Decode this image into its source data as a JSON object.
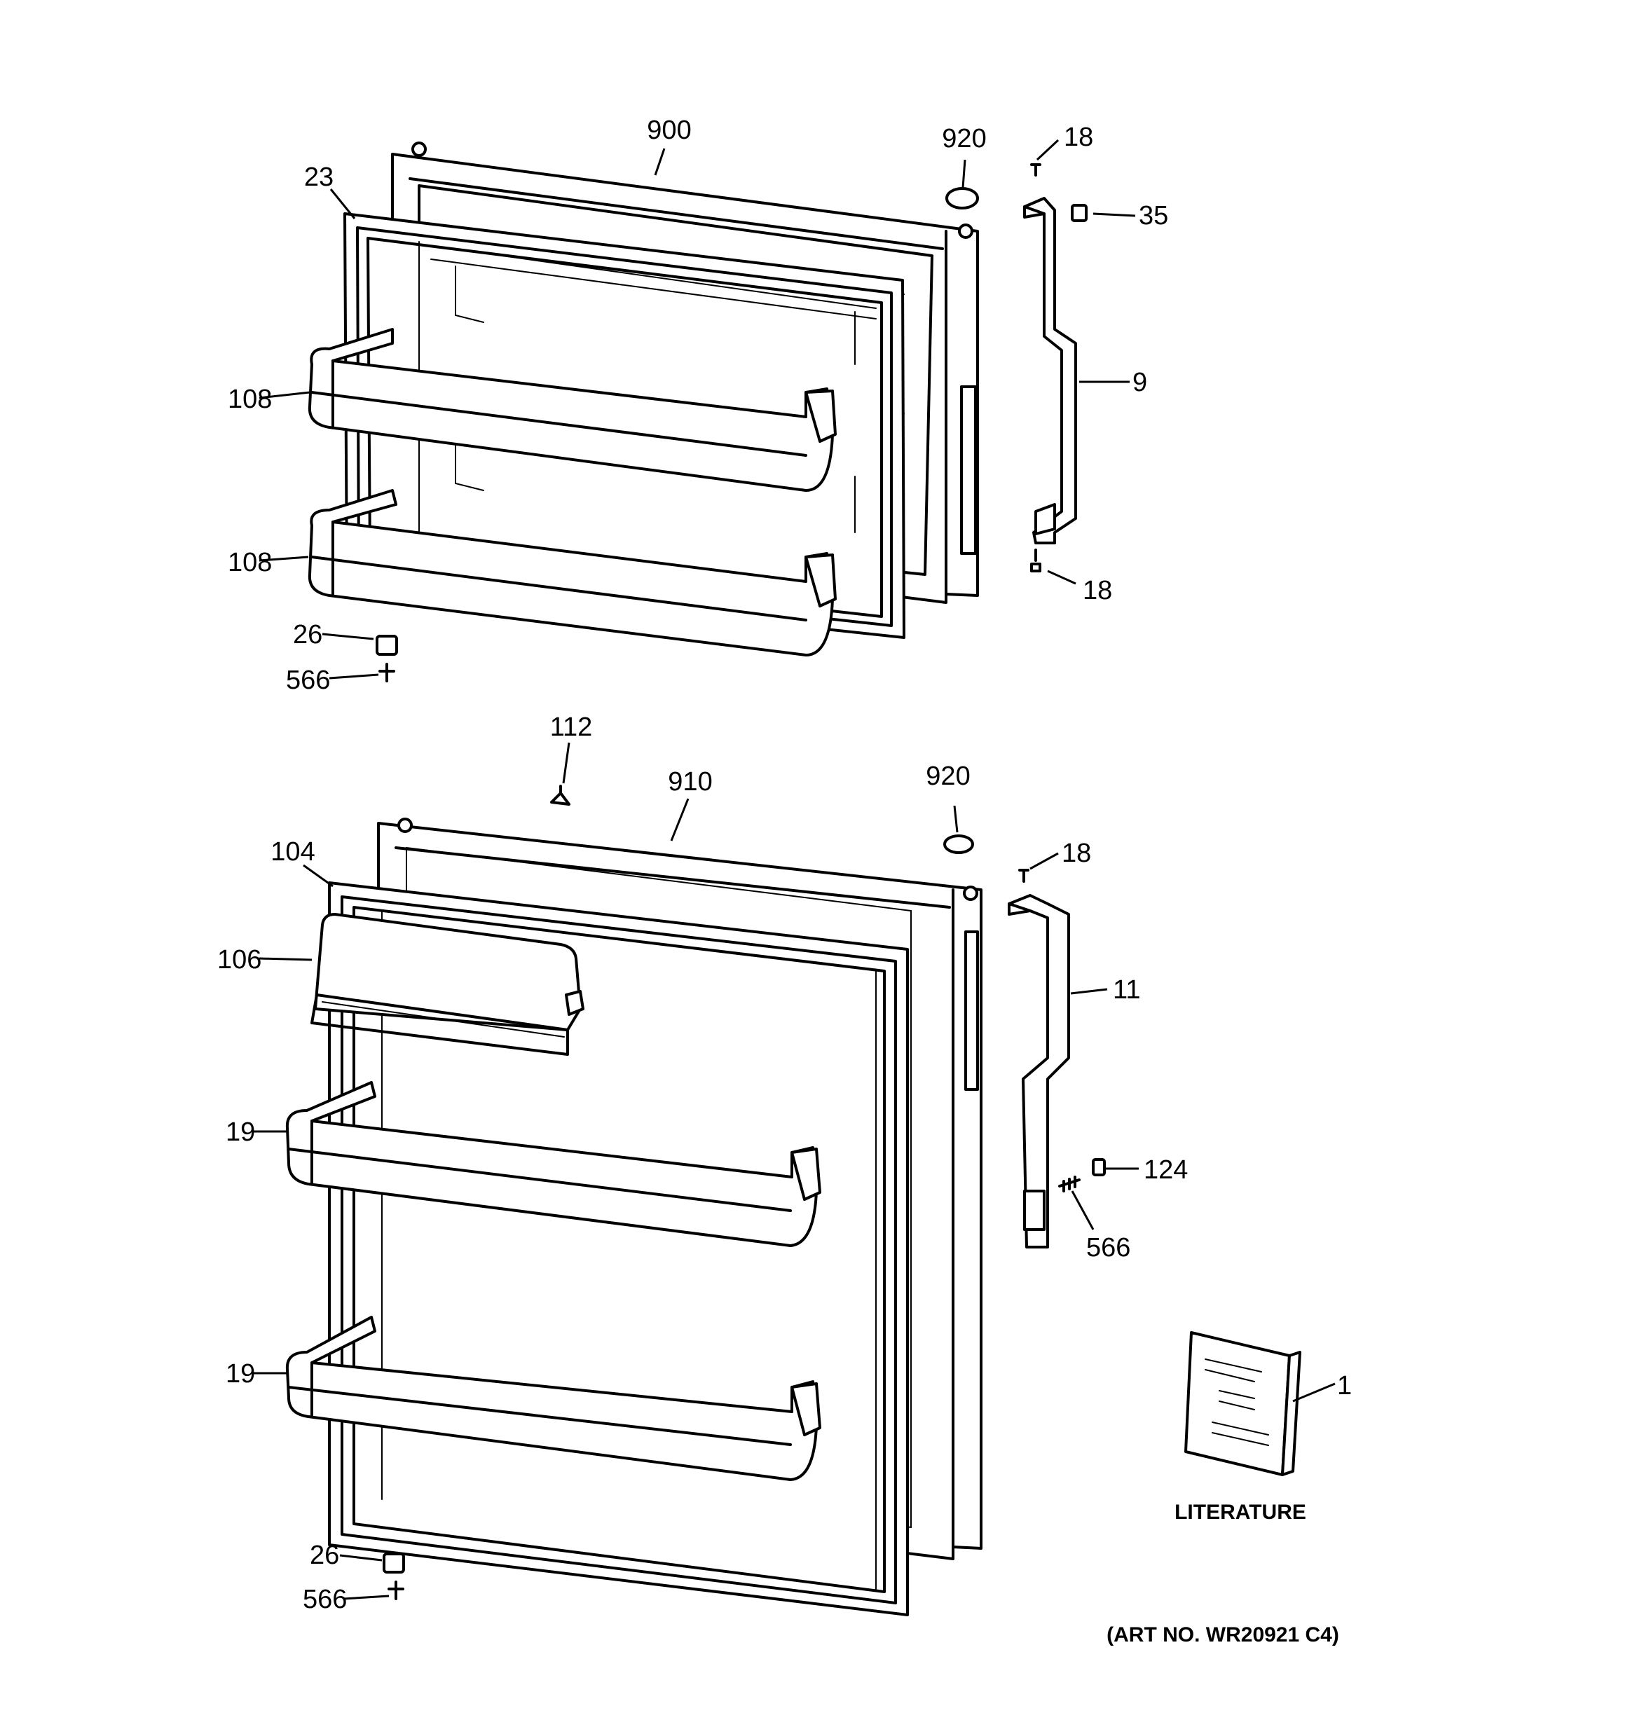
{
  "callouts": {
    "c900": "900",
    "c920a": "920",
    "c18a": "18",
    "c23": "23",
    "c35": "35",
    "c108a": "108",
    "c9": "9",
    "c108b": "108",
    "c18b": "18",
    "c26a": "26",
    "c566a": "566",
    "c112": "112",
    "c910": "910",
    "c920b": "920",
    "c104": "104",
    "c18c": "18",
    "c106": "106",
    "c11": "11",
    "c19a": "19",
    "c124": "124",
    "c566b": "566",
    "c19b": "19",
    "c1": "1",
    "c26b": "26",
    "c566c": "566"
  },
  "literature_label": "LITERATURE",
  "art_number": "(ART NO. WR20921 C4)"
}
